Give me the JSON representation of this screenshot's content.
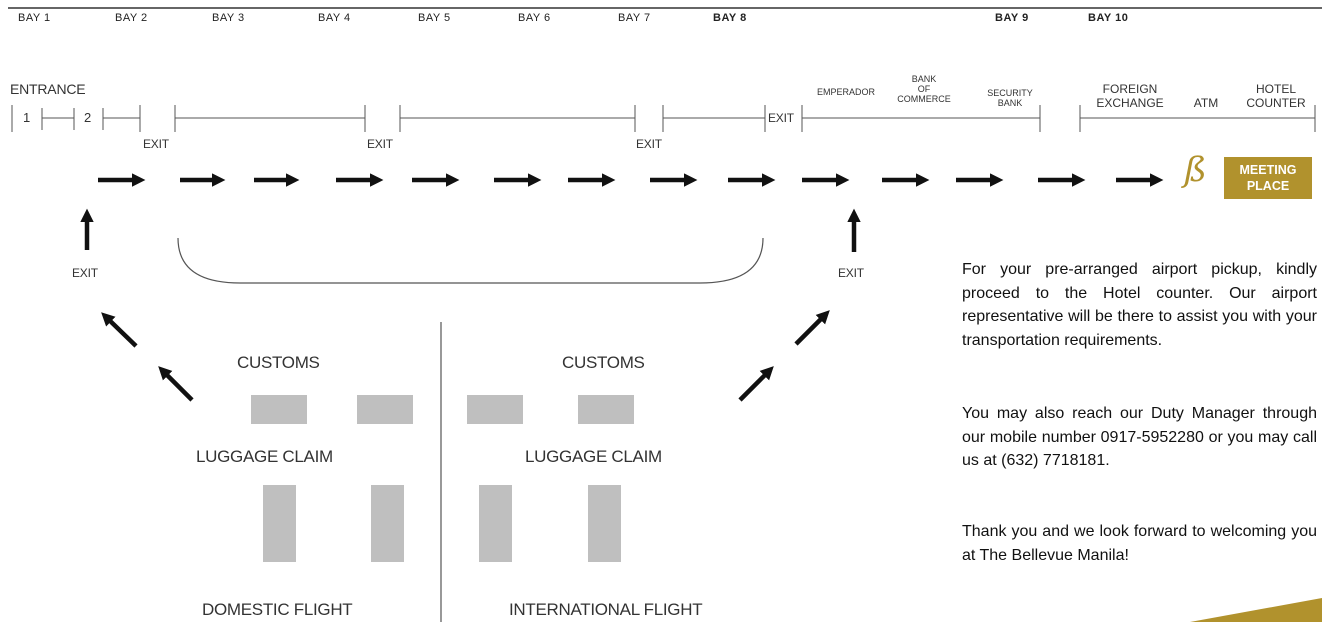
{
  "bays": [
    "BAY 1",
    "BAY 2",
    "BAY 3",
    "BAY 4",
    "BAY 5",
    "BAY 6",
    "BAY 7",
    "BAY 8",
    "BAY 9",
    "BAY 10"
  ],
  "entrance": {
    "title": "ENTRANCE",
    "door1": "1",
    "door2": "2"
  },
  "exit_label": "EXIT",
  "counters": {
    "emperador": "EMPERADOR",
    "bank_of_commerce": [
      "BANK",
      "OF",
      "COMMERCE"
    ],
    "security_bank": [
      "SECURITY",
      "BANK"
    ],
    "foreign_exchange": [
      "FOREIGN",
      "EXCHANGE"
    ],
    "atm": "ATM",
    "hotel_counter": [
      "HOTEL",
      "COUNTER"
    ]
  },
  "meeting_place": [
    "MEETING",
    "PLACE"
  ],
  "logo_glyph": "ß",
  "customs": "CUSTOMS",
  "luggage_claim": "LUGGAGE CLAIM",
  "domestic_flight": "DOMESTIC FLIGHT",
  "international_flight": "INTERNATIONAL FLIGHT",
  "info": {
    "p1": "For your pre-arranged airport pickup, kindly proceed to the Hotel counter. Our airport representative will be there to assist you with your transportation requirements.",
    "p2": "You may also reach our Duty Manager through our mobile number 0917-5952280 or you may call us at (632) 7718181.",
    "p3": "Thank you and we look forward to welcoming you at The Bellevue Manila!"
  },
  "colors": {
    "gold": "#b1922d",
    "gray_block": "#bfbfbf",
    "line": "#555555"
  }
}
